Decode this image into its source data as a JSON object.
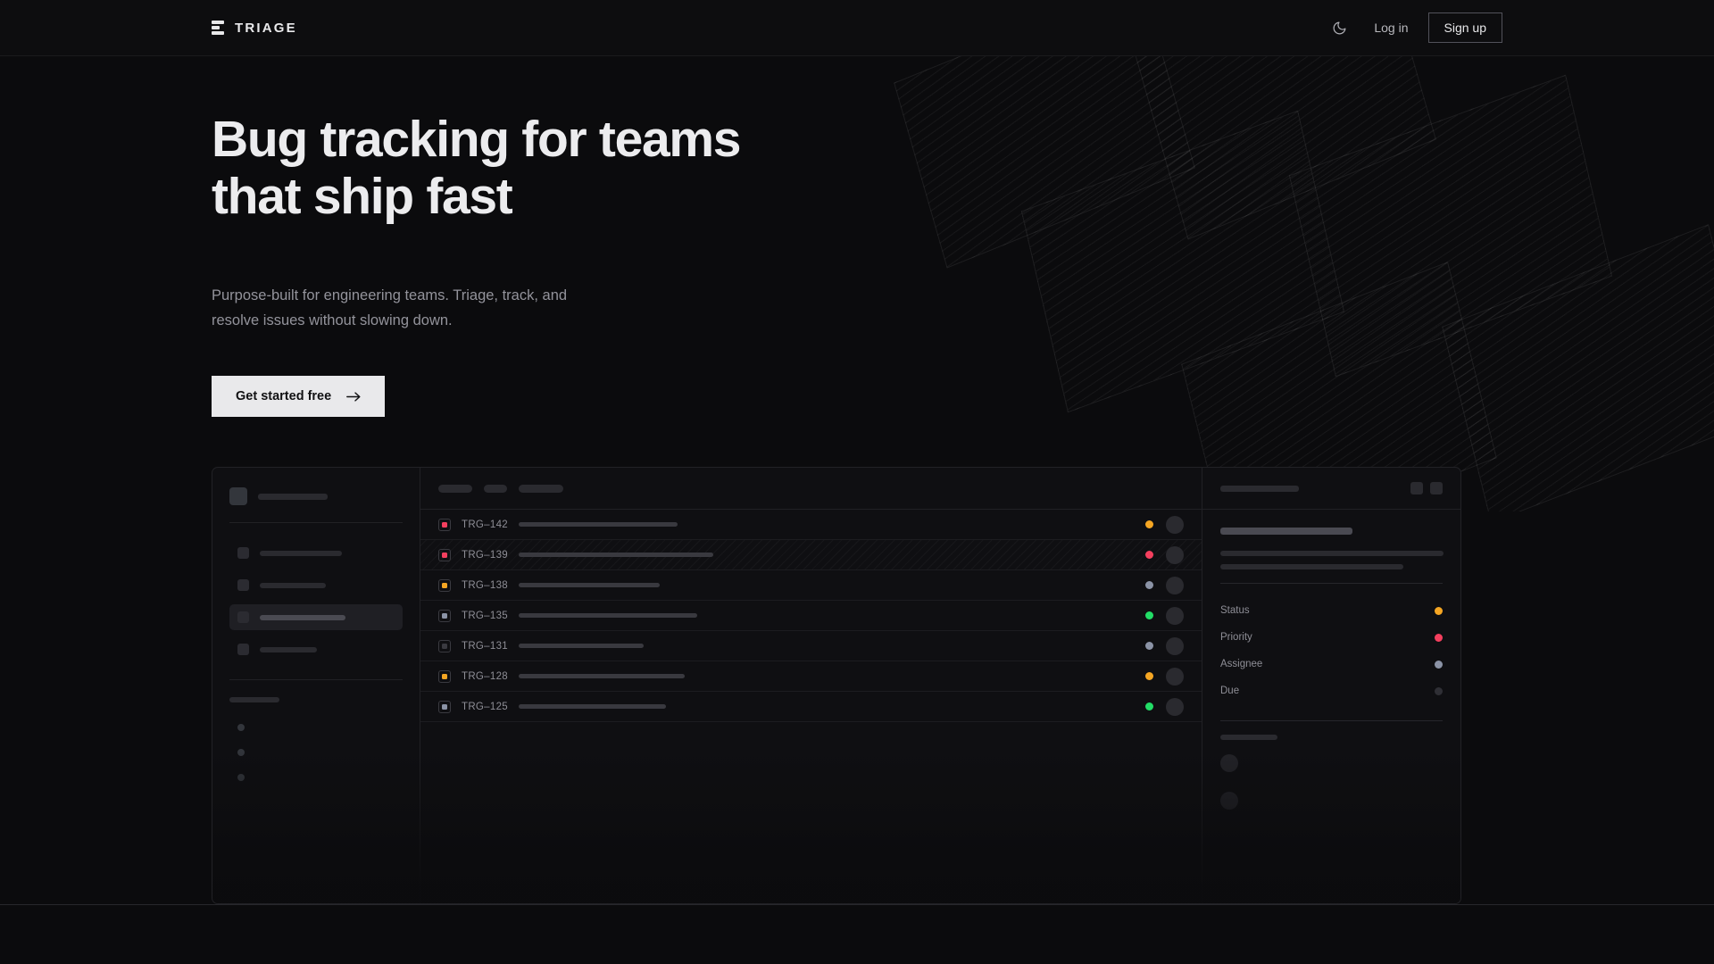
{
  "header": {
    "brand": "TRIAGE",
    "brand_icon": "stacked-bars-icon",
    "theme_icon": "moon-icon",
    "login_label": "Log in",
    "signup_label": "Sign up"
  },
  "hero": {
    "heading": "Bug tracking for teams\nthat ship fast",
    "subheading": "Purpose-built for engineering teams. Triage, track, and\nresolve issues without slowing down.",
    "cta_label": "Get started free",
    "cta_icon": "arrow-right-icon"
  },
  "colors": {
    "background": "#0b0b0d",
    "surface": "#0f0f12",
    "border": "#222226",
    "text": "#e8e8ea",
    "muted": "#8e8e96",
    "accent_pink": "#f43f5e",
    "accent_orange": "#f5a623",
    "accent_green": "#22dd66",
    "accent_slate": "#8b93a6",
    "accent_gray": "#3a3a40",
    "cta_bg": "#e9e9eb"
  },
  "app": {
    "sidebar": {
      "nav_items": [
        {
          "width": 92
        },
        {
          "width": 74
        },
        {
          "width": 96,
          "active": true
        },
        {
          "width": 64
        }
      ],
      "section_label_width": 56,
      "sub_items": 3
    },
    "list": {
      "header_pills": [
        38,
        26,
        50
      ],
      "rows": [
        {
          "id": "TRG–142",
          "priority_color": "#f43f5e",
          "bar": 178,
          "status_color": "#f5a623"
        },
        {
          "id": "TRG–139",
          "priority_color": "#f43f5e",
          "bar": 218,
          "status_color": "#f43f5e",
          "highlighted": true
        },
        {
          "id": "TRG–138",
          "priority_color": "#f5a623",
          "bar": 158,
          "status_color": "#8b93a6"
        },
        {
          "id": "TRG–135",
          "priority_color": "#8b93a6",
          "bar": 200,
          "status_color": "#22dd66"
        },
        {
          "id": "TRG–131",
          "priority_color": "#3a3a40",
          "bar": 140,
          "status_color": "#8b93a6"
        },
        {
          "id": "TRG–128",
          "priority_color": "#f5a623",
          "bar": 186,
          "status_color": "#f5a623"
        },
        {
          "id": "TRG–125",
          "priority_color": "#8b93a6",
          "bar": 165,
          "status_color": "#22dd66"
        }
      ]
    },
    "detail": {
      "title_width": 88,
      "header_icons": [
        "square-icon",
        "square-icon"
      ],
      "body_title_width": 148,
      "body_lines": [
        250,
        205
      ],
      "meta": [
        {
          "label": "Status",
          "color": "#f5a623"
        },
        {
          "label": "Priority",
          "color": "#f43f5e"
        },
        {
          "label": "Assignee",
          "color": "#8b93a6"
        },
        {
          "label": "Due",
          "color": "#2f2f35"
        }
      ],
      "footer_label_width": 64,
      "footer_avatars": 2
    }
  }
}
